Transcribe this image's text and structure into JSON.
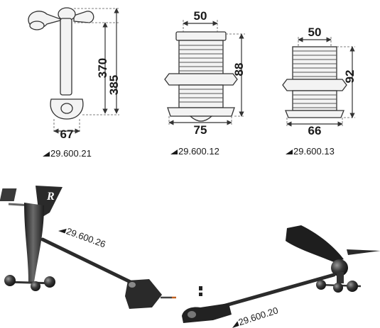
{
  "products": [
    {
      "code": "29.600.21",
      "dimensions": {
        "height": "370",
        "total_height": "385",
        "base_width": "67"
      }
    },
    {
      "code": "29.600.12",
      "dimensions": {
        "top_width": "50",
        "height": "88",
        "flange_width": "75"
      }
    },
    {
      "code": "29.600.13",
      "dimensions": {
        "top_width": "50",
        "height": "92",
        "flange_width": "66"
      }
    },
    {
      "code": "29.600.26"
    },
    {
      "code": "29.600.20"
    }
  ],
  "logo": {
    "letter": "R"
  },
  "icons": {
    "code_marker": "triangle-marker-icon"
  },
  "colors": {
    "ink": "#1a1a1a",
    "part_fill": "#f3f3f3",
    "photo_dark": "#2a2a2a"
  }
}
